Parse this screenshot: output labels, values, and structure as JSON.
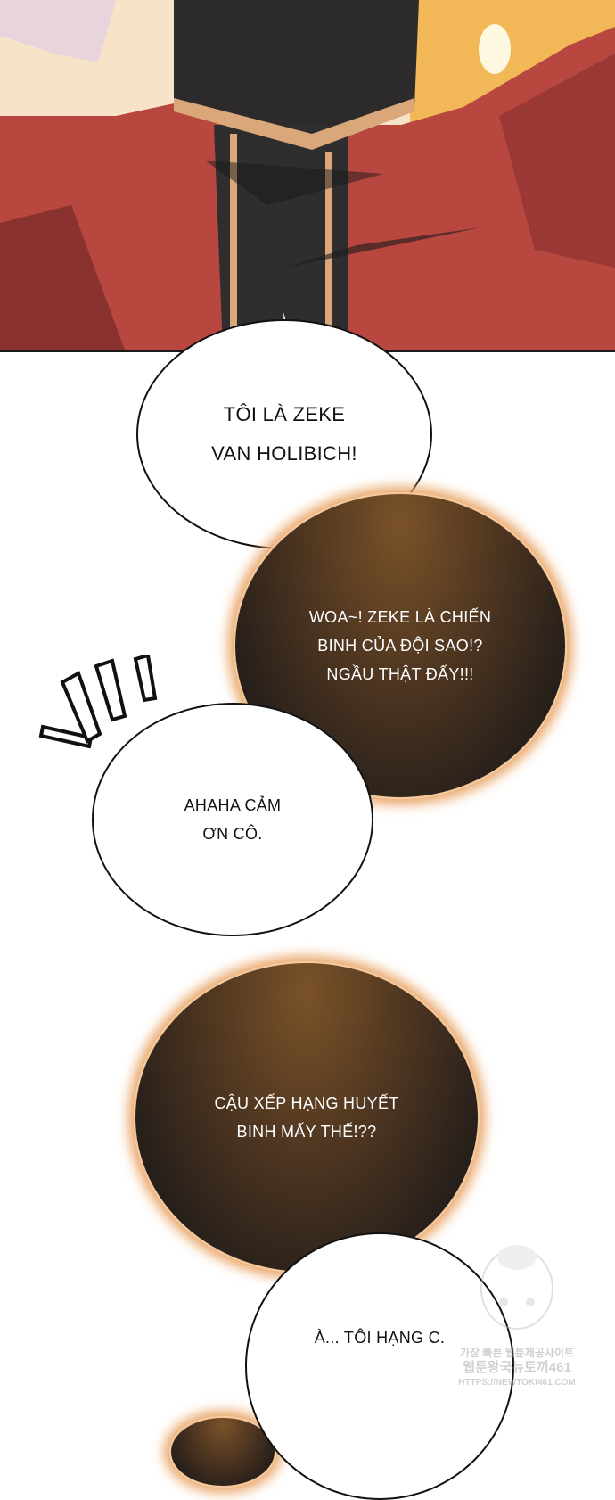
{
  "bubbles": [
    {
      "text": "TÔI LÀ ZEKE\nVAN HOLIBICH!"
    },
    {
      "text": "WOA~! ZEKE LÀ CHIẾN\nBINH CỦA ĐỘI SAO!?\nNGẦU THẬT ĐẤY!!!"
    },
    {
      "text": "AHAHA CẢM\nƠN CÔ."
    },
    {
      "text": "CẬU XẾP HẠNG HUYẾT\nBINH MẤY THẾ!??"
    },
    {
      "text": "À... TÔI HẠNG C."
    }
  ],
  "watermark": {
    "line1": "가장 빠른 웹툰제공사이트",
    "line2": "웹툰왕국뉴토끼461",
    "line3": "HTTPS://NEWTOKI461.COM"
  },
  "colors": {
    "robe": "#b8473f",
    "bubble_dark": "#4a3320",
    "glow": "#e9a262"
  }
}
